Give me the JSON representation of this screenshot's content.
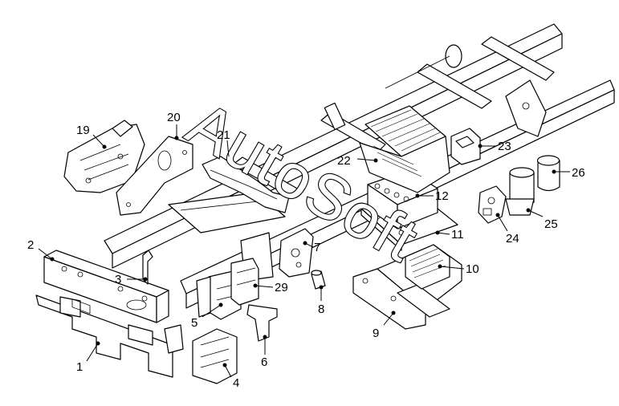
{
  "diagram": {
    "watermark": "AutoSoft",
    "callouts": [
      "1",
      "2",
      "3",
      "4",
      "5",
      "6",
      "7",
      "8",
      "9",
      "10",
      "11",
      "12",
      "19",
      "20",
      "21",
      "22",
      "23",
      "24",
      "25",
      "26",
      "29"
    ]
  }
}
